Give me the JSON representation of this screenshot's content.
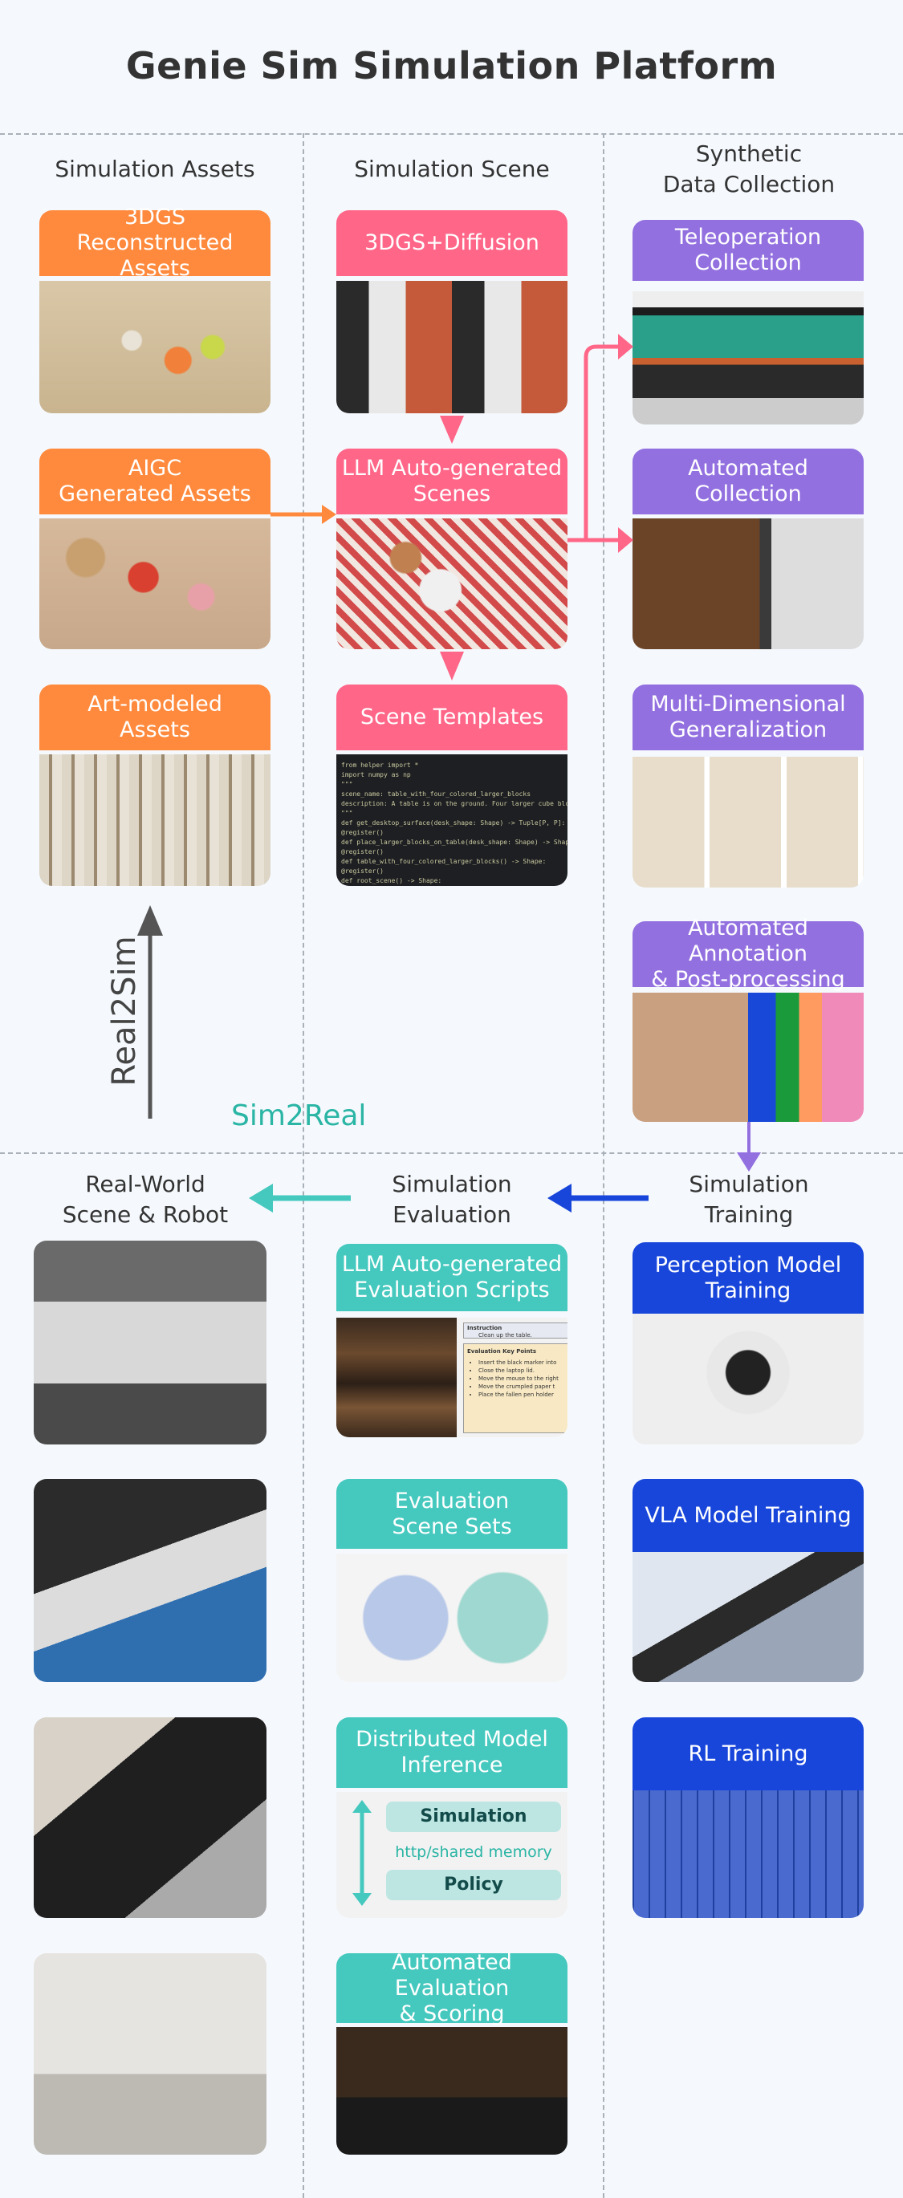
{
  "title": "Genie Sim Simulation Platform",
  "colors": {
    "assets": "#ff8a3d",
    "scene": "#ff6688",
    "collection": "#9370e0",
    "evaluation": "#45c8be",
    "training": "#1846db",
    "sim2real": "#2ab5a5",
    "background": "#f5f9fd"
  },
  "top": {
    "columns": [
      {
        "header": "Simulation Assets",
        "cards": [
          {
            "label": "3DGS\nReconstructed Assets"
          },
          {
            "label": "AIGC\nGenerated Assets"
          },
          {
            "label": "Art-modeled\nAssets"
          }
        ]
      },
      {
        "header": "Simulation Scene",
        "cards": [
          {
            "label": "3DGS+Diffusion"
          },
          {
            "label": "LLM Auto-generated\nScenes"
          },
          {
            "label": "Scene Templates"
          }
        ]
      },
      {
        "header": "Synthetic\nData Collection",
        "cards": [
          {
            "label": "Teleoperation\nCollection"
          },
          {
            "label": "Automated\nCollection"
          },
          {
            "label": "Multi-Dimensional\nGeneralization"
          },
          {
            "label": "Automated Annotation\n& Post-processing"
          }
        ]
      }
    ],
    "code_lines": [
      "from helper import *",
      "import numpy as np",
      "",
      "\"\"\"",
      "scene_name: table_with_four_colored_larger_blocks",
      "description: A table is on the ground. Four larger cube blocks of different colors (red, purple, light b",
      "\"\"\"",
      "",
      "def get_desktop_surface(desk_shape: Shape) -> Tuple[P, P]:",
      "",
      "@register()",
      "def place_larger_blocks_on_table(desk_shape: Shape) -> Shape:",
      "",
      "@register()",
      "def table_with_four_colored_larger_blocks() -> Shape:",
      "",
      "@register()",
      "def root_scene() -> Shape:"
    ]
  },
  "flow": {
    "real2sim": "Real2Sim",
    "sim2real": "Sim2Real"
  },
  "bottom": {
    "columns": [
      {
        "header": "Real-World\nScene & Robot"
      },
      {
        "header": "Simulation\nEvaluation",
        "cards": [
          {
            "label": "LLM Auto-generated\nEvaluation Scripts"
          },
          {
            "label": "Evaluation\nScene Sets"
          },
          {
            "label": "Distributed Model\nInference"
          },
          {
            "label": "Automated Evaluation\n& Scoring"
          }
        ]
      },
      {
        "header": "Simulation\nTraining",
        "cards": [
          {
            "label": "Perception Model\nTraining"
          },
          {
            "label": "VLA Model Training"
          },
          {
            "label": "RL Training"
          }
        ]
      }
    ],
    "eval_script": {
      "instruction_title": "Instruction",
      "instruction": "Clean up the table.",
      "key_points_title": "Evaluation Key Points",
      "key_points": [
        "Insert the black marker into",
        "Close the laptop lid.",
        "Move the mouse to the right",
        "Move the crumpled paper t",
        "Place the fallen pen holder"
      ]
    },
    "inference": {
      "top": "Simulation",
      "middle": "http/shared memory",
      "bottom": "Policy"
    }
  }
}
